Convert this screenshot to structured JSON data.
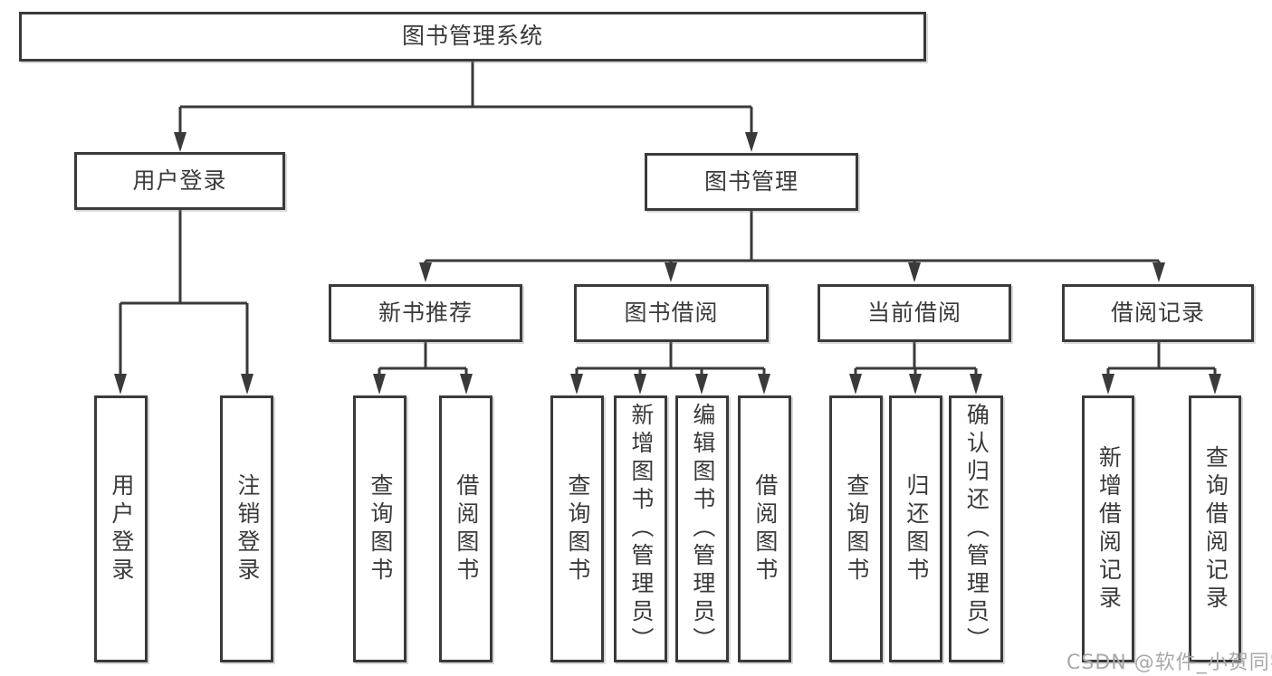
{
  "diagram": {
    "type": "hierarchy",
    "root": {
      "label": "图书管理系统"
    },
    "branches": [
      {
        "label": "用户登录",
        "children": [
          {
            "label": "用户登录"
          },
          {
            "label": "注销登录"
          }
        ]
      },
      {
        "label": "图书管理",
        "children": [
          {
            "label": "新书推荐",
            "children": [
              {
                "label": "查询图书"
              },
              {
                "label": "借阅图书"
              }
            ]
          },
          {
            "label": "图书借阅",
            "children": [
              {
                "label": "查询图书"
              },
              {
                "label": "新增图书（管理员）"
              },
              {
                "label": "编辑图书（管理员）"
              },
              {
                "label": "借阅图书"
              }
            ]
          },
          {
            "label": "当前借阅",
            "children": [
              {
                "label": "查询图书"
              },
              {
                "label": "归还图书"
              },
              {
                "label": "确认归还（管理员）"
              }
            ]
          },
          {
            "label": "借阅记录",
            "children": [
              {
                "label": "新增借阅记录"
              },
              {
                "label": "查询借阅记录"
              }
            ]
          }
        ]
      }
    ]
  },
  "watermark": {
    "text": "CSDN @软件_小贺同学"
  },
  "colors": {
    "line": "#3a3a3a",
    "text": "#3a3a3a",
    "box_background": "#ffffff",
    "page_background": "#ffffff",
    "watermark": "#a9a9a9"
  }
}
